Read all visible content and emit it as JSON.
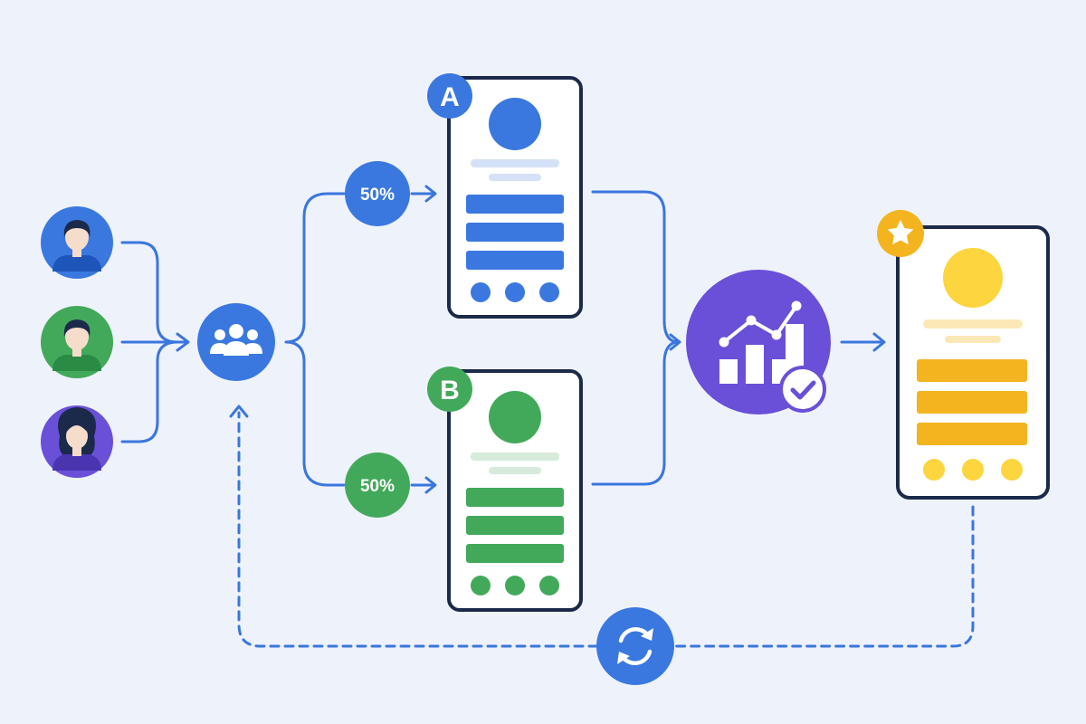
{
  "colors": {
    "background": "#eef2fb",
    "connector": "#3b76dd",
    "outline": "#1b2a4a",
    "variant_a": "#3a78e0",
    "variant_a_light": "#d5e1f6",
    "variant_b": "#42a95a",
    "variant_b_light": "#d6ebdb",
    "winner": "#f3b41f",
    "winner_circle": "#fcd53f",
    "winner_light": "#fbe8b6",
    "analytics": "#6a4fd8",
    "user_blue": "#3a78e0",
    "user_green": "#42a95a",
    "user_purple": "#6a4fd8",
    "skin": "#f6dccb"
  },
  "users": [
    {
      "icon": "user-man-icon",
      "color": "#3a78e0"
    },
    {
      "icon": "user-man-icon",
      "color": "#42a95a"
    },
    {
      "icon": "user-woman-icon",
      "color": "#6a4fd8"
    }
  ],
  "audience": {
    "icon": "group-icon"
  },
  "splits": {
    "a": {
      "label": "50%",
      "color": "#3a78e0"
    },
    "b": {
      "label": "50%",
      "color": "#42a95a"
    }
  },
  "variants": {
    "a": {
      "badge": "A"
    },
    "b": {
      "badge": "B"
    }
  },
  "analysis": {
    "icon": "analytics-chart-icon",
    "check_icon": "checkmark-icon"
  },
  "winner": {
    "badge_icon": "star-icon"
  },
  "feedback": {
    "icon": "refresh-cycle-icon"
  }
}
